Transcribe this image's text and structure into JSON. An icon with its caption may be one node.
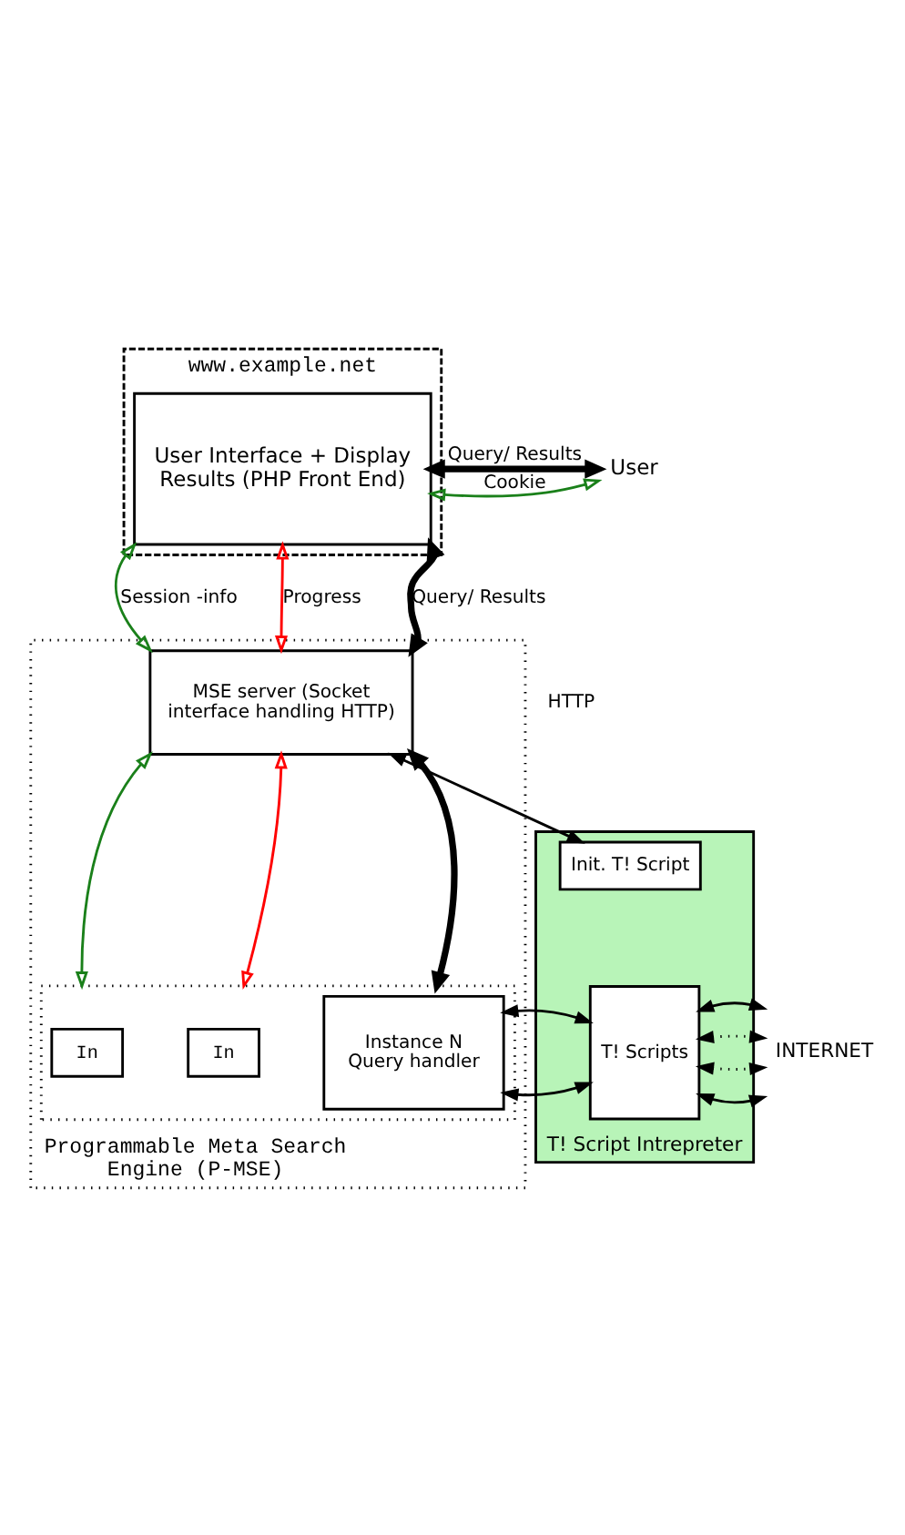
{
  "diagram": {
    "nodes": [
      {
        "text": [
          "www.example.net"
        ]
      },
      {
        "text": [
          "User Interface + Display Results (PHP Front End)"
        ],
        "in": 0
      },
      {
        "text": [
          "User"
        ]
      },
      {
        "text": [
          "Programmable Meta Search Engine (P-MSE)"
        ]
      },
      {
        "text": [
          "MSE server (Socket interface handling HTTP)"
        ],
        "in": 3
      },
      {
        "text": [],
        "shape": "box",
        "in": 3
      },
      {
        "text": [
          "In"
        ],
        "in": 5
      },
      {
        "text": [
          "In"
        ],
        "in": 5
      },
      {
        "text": [
          "Instance N",
          "Query handler"
        ],
        "in": 5
      },
      {
        "text": [
          "T! Script Intrepreter"
        ]
      },
      {
        "text": [
          "Init. T! Script"
        ],
        "in": 9
      },
      {
        "text": [
          "T! Scripts"
        ],
        "in": 9
      },
      {
        "text": [
          "INTERNET"
        ]
      }
    ],
    "edges": [
      {
        "from": 1,
        "to": 2,
        "arrow": "both",
        "label": "Query/ Results",
        "style": "thick"
      },
      {
        "from": 1,
        "to": 2,
        "arrow": "both",
        "label": "Cookie",
        "color": "#1a801a"
      },
      {
        "from": 1,
        "to": 4,
        "arrow": "both",
        "label": "Session -info",
        "color": "#1a801a"
      },
      {
        "from": 1,
        "to": 4,
        "arrow": "both",
        "label": "Progress",
        "color": "#ff0000"
      },
      {
        "from": 1,
        "to": 4,
        "arrow": "both",
        "label": "Query/ Results",
        "style": "thick"
      },
      {
        "from": 4,
        "to": 5,
        "arrow": "both",
        "color": "#1a801a"
      },
      {
        "from": 4,
        "to": 5,
        "arrow": "both",
        "color": "#ff0000"
      },
      {
        "from": 4,
        "to": 5,
        "arrow": "both",
        "style": "thick"
      },
      {
        "from": 4,
        "to": 10,
        "arrow": "both"
      },
      {
        "from": 8,
        "to": 11,
        "arrow": "both"
      },
      {
        "from": 11,
        "to": 12,
        "arrow": "both"
      },
      {
        "from": 11,
        "to": 12,
        "arrow": "both",
        "style": "dashed"
      },
      {
        "from": 11,
        "to": 12,
        "arrow": "both",
        "style": "dashed"
      },
      {
        "from": 11,
        "to": 12,
        "arrow": "both"
      }
    ],
    "labels": [
      "HTTP"
    ]
  }
}
